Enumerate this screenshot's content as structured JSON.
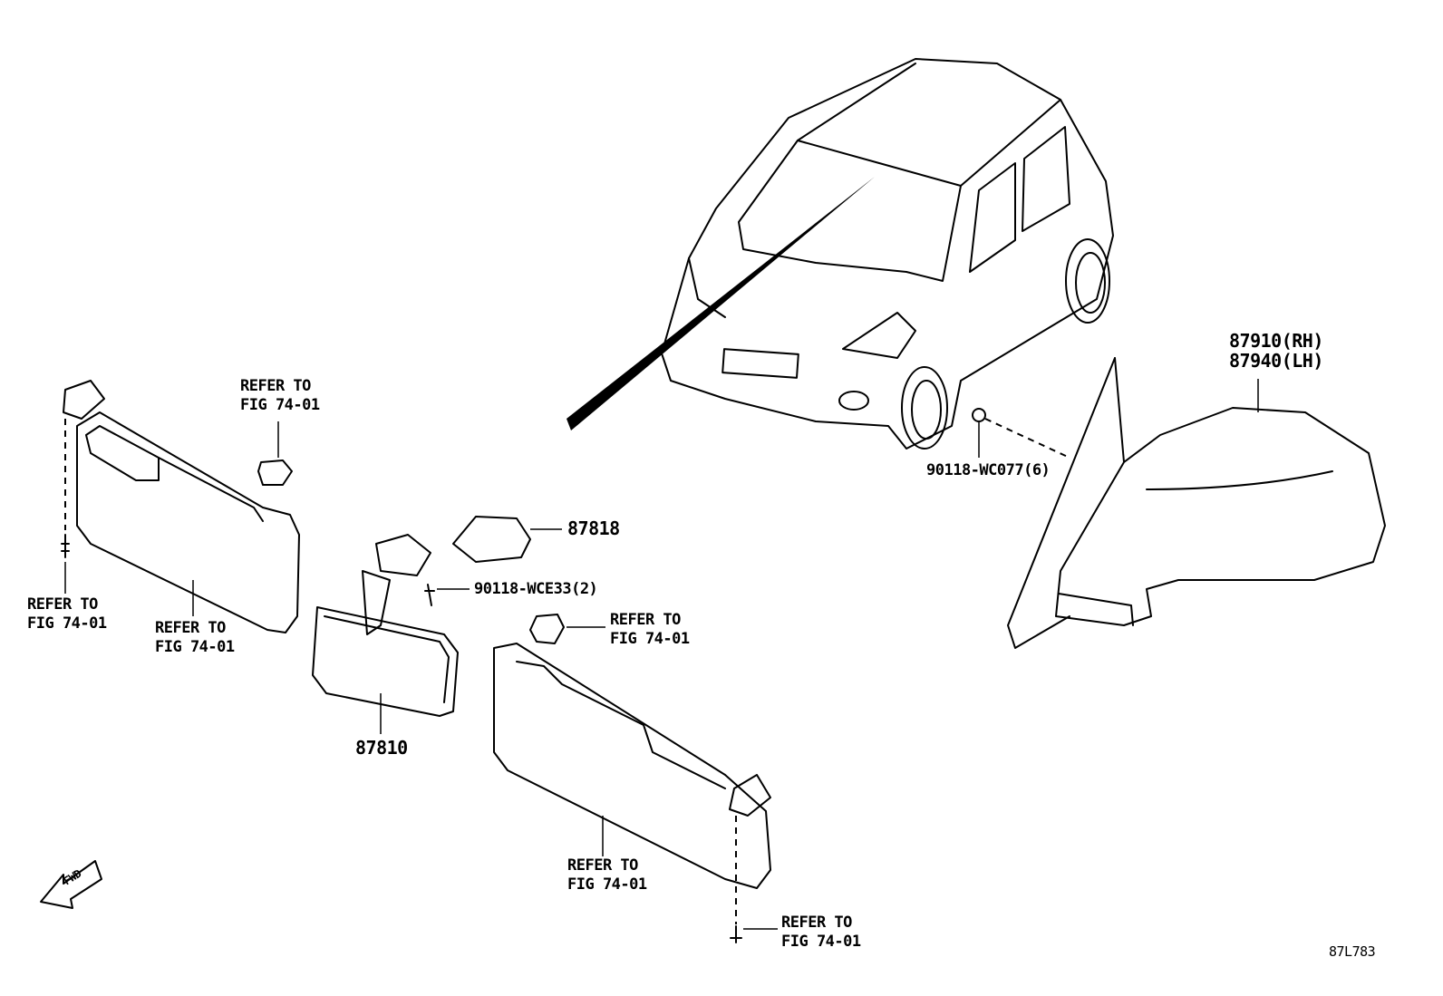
{
  "diagram": {
    "part_labels": {
      "outer_mirror_rh": "87910(RH)",
      "outer_mirror_lh": "87940(LH)",
      "mirror_nut": "90118-WC077(6)",
      "inner_mirror_cover": "87818",
      "inner_mirror_screw": "90118-WCE33(2)",
      "inner_mirror": "87810"
    },
    "refer_labels": [
      {
        "line1": "REFER TO",
        "line2": "FIG 74-01"
      },
      {
        "line1": "REFER TO",
        "line2": "FIG 74-01"
      },
      {
        "line1": "REFER TO",
        "line2": "FIG 74-01"
      },
      {
        "line1": "REFER TO",
        "line2": "FIG 74-01"
      },
      {
        "line1": "REFER TO",
        "line2": "FIG 74-01"
      },
      {
        "line1": "REFER TO",
        "line2": "FIG 74-01"
      }
    ],
    "fwd_arrow": "FWD",
    "figure_code": "87L783"
  }
}
